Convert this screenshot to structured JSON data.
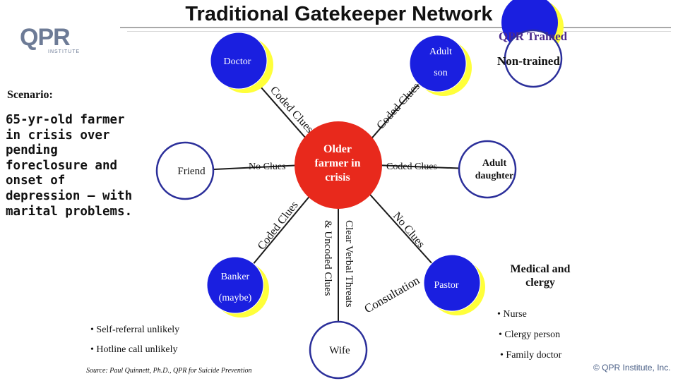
{
  "title": "Traditional Gatekeeper Network",
  "logo": {
    "main": "QPR",
    "sub": "INSTITUTE"
  },
  "legend": {
    "trained": "QPR Trained",
    "nontrained": "Non-trained"
  },
  "scenario": {
    "label": "Scenario:",
    "text": "65-yr-old farmer in crisis over pending foreclosure and onset of depression – with marital problems."
  },
  "nodes": {
    "center": [
      "Older",
      "farmer in",
      "crisis"
    ],
    "doctor": "Doctor",
    "adult_son": [
      "Adult",
      "son"
    ],
    "friend": "Friend",
    "adult_daughter": [
      "Adult",
      "daughter"
    ],
    "banker": [
      "Banker",
      "(maybe)"
    ],
    "pastor": "Pastor",
    "wife": "Wife"
  },
  "edges": {
    "doctor": "Coded Clues",
    "son": "Coded Clues",
    "friend": "No Clues",
    "daughter": "Coded Clues",
    "banker": "Coded Clues",
    "wife_line1": "Clear Verbal Threats",
    "wife_line2": "& Uncoded Clues",
    "pastor_near": "No Clues",
    "pastor_far": "Consultation"
  },
  "bullets_left": [
    "• Self-referral unlikely",
    "• Hotline call unlikely"
  ],
  "medical": {
    "title": [
      "Medical and",
      "clergy"
    ],
    "items": [
      "• Nurse",
      "• Clergy person",
      "• Family doctor"
    ]
  },
  "source": "Source:  Paul Quinnett, Ph.D., QPR for Suicide Prevention",
  "copyright": "© QPR Institute, Inc.",
  "colors": {
    "trained_blue": "#1a1fe0",
    "accent_yellow": "#ffff3a",
    "center_red": "#e8291c",
    "label_purple": "#4b2a8c"
  }
}
